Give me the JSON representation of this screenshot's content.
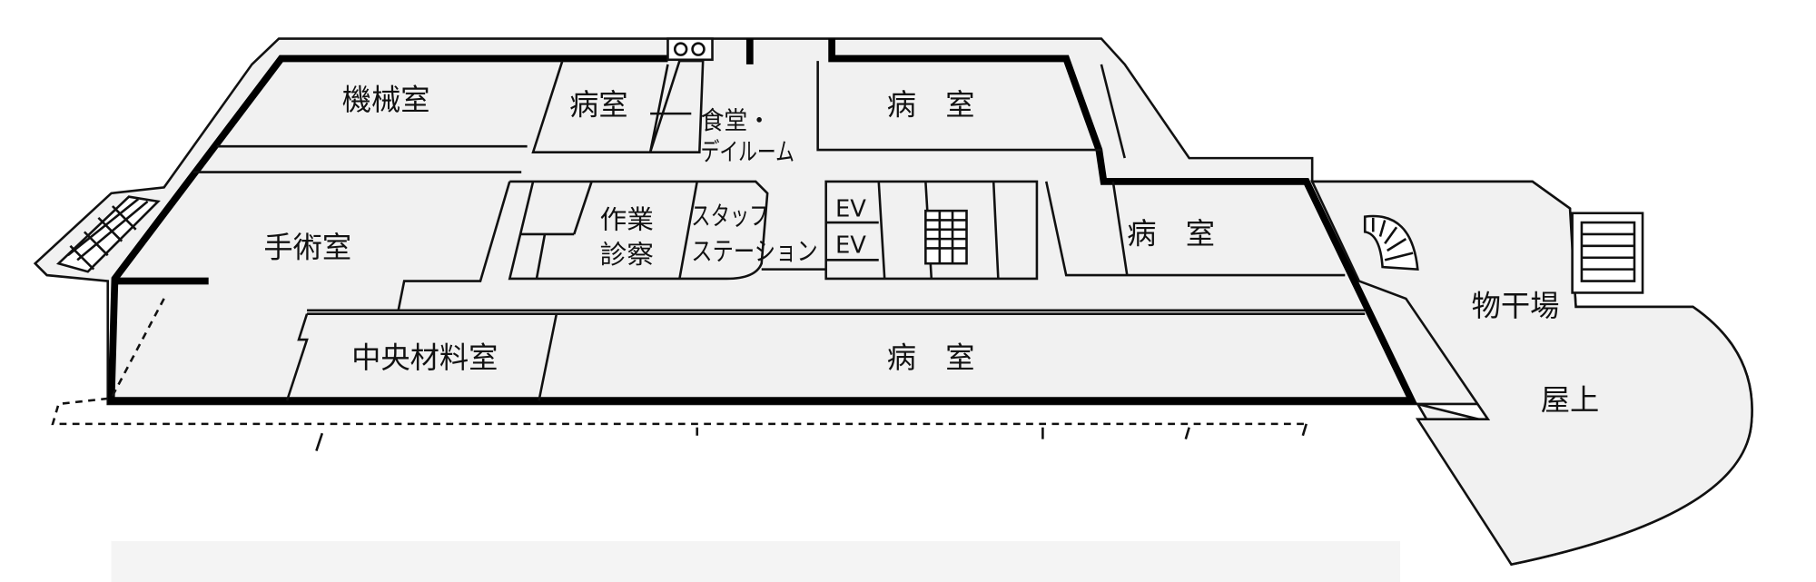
{
  "rooms": {
    "machine_room": "機械室",
    "ward_small": "病室",
    "dining_line1": "食堂・",
    "dining_line2": "デイルーム",
    "ward_top": "病　室",
    "operating_room": "手術室",
    "work_line1": "作業",
    "work_line2": "診察",
    "staff_line1": "スタッフ",
    "staff_line2": "ステーション",
    "elevator_1": "EV",
    "elevator_2": "EV",
    "ward_right": "病　室",
    "central_supply": "中央材料室",
    "ward_bottom": "病　室",
    "drying_area": "物干場",
    "rooftop": "屋上"
  },
  "colors": {
    "wall": "#000000",
    "floor": "#f1f1f1"
  }
}
